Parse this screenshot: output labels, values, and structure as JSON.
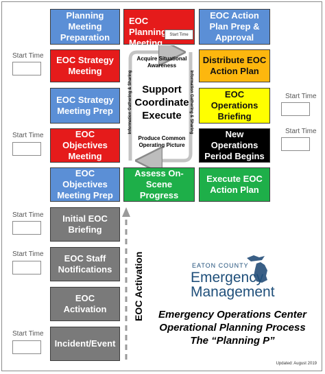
{
  "boxes": {
    "planning_meeting_prep": "Planning Meeting Preparation",
    "eoc_planning_meeting": "EOC Planning Meeting",
    "eoc_action_plan_prep": "EOC Action Plan Prep & Approval",
    "eoc_strategy_meeting": "EOC Strategy Meeting",
    "distribute_eoc_action_plan": "Distribute EOC Action Plan",
    "eoc_strategy_meeting_prep": "EOC Strategy Meeting Prep",
    "eoc_operations_briefing": "EOC Operations Briefing",
    "eoc_objectives_meeting": "EOC Objectives Meeting",
    "new_operations_period": "New Operations Period Begins",
    "eoc_objectives_meeting_prep": "EOC Objectives Meeting Prep",
    "assess_on_scene_progress": "Assess On-Scene Progress",
    "execute_eoc_action_plan": "Execute EOC Action Plan",
    "initial_eoc_briefing": "Initial EOC Briefing",
    "eoc_staff_notifications": "EOC Staff Notifications",
    "eoc_activation": "EOC Activation",
    "incident_event": "Incident/Event"
  },
  "start_time_label": "Start Time",
  "center": {
    "acquire": "Acquire Situational Awareness",
    "support": "Support",
    "coordinate": "Coordinate",
    "execute": "Execute",
    "produce": "Produce Common Operating Picture",
    "info_left": "Information Gathering & Sharing",
    "info_right": "Information Gathering & Sharing"
  },
  "activation_label": "EOC Activation",
  "logo": {
    "county": "EATON COUNTY",
    "line1": "Emergency",
    "line2": "Management"
  },
  "title": {
    "line1": "Emergency Operations Center",
    "line2": "Operational Planning Process",
    "line3": "The “Planning P”"
  },
  "updated": "Updated: August 2019",
  "colors": {
    "blue": "#5b8fd6",
    "red": "#e51b1b",
    "orange": "#fdb70e",
    "yellow": "#ffff00",
    "green": "#1eaf49",
    "gray": "#7a7a7a",
    "logo_blue": "#1f4f7a"
  }
}
